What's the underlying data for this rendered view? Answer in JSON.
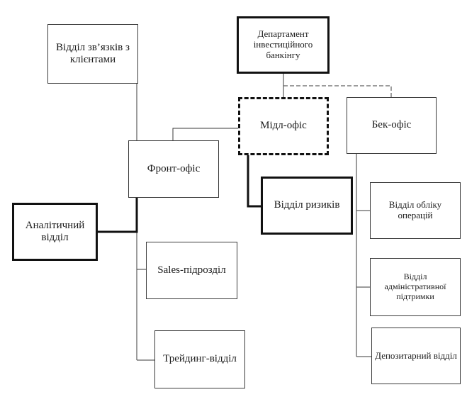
{
  "nodes": {
    "client_relations": "Відділ зв’язків з клієнтами",
    "investment_banking_department": "Департамент інвестиційного банкінгу",
    "middle_office": "Мідл-офіс",
    "back_office": "Бек-офіс",
    "front_office": "Фронт-офіс",
    "risk_department": "Відділ ризиків",
    "analytical_department": "Аналітичний відділ",
    "operations_accounting": "Відділ обліку операцій",
    "sales_subdivision": "Sales-підрозділ",
    "administrative_support": "Відділ адміністративної підтримки",
    "trading_department": "Трейдинг-відділ",
    "depository_department": "Депозитарний відділ"
  }
}
